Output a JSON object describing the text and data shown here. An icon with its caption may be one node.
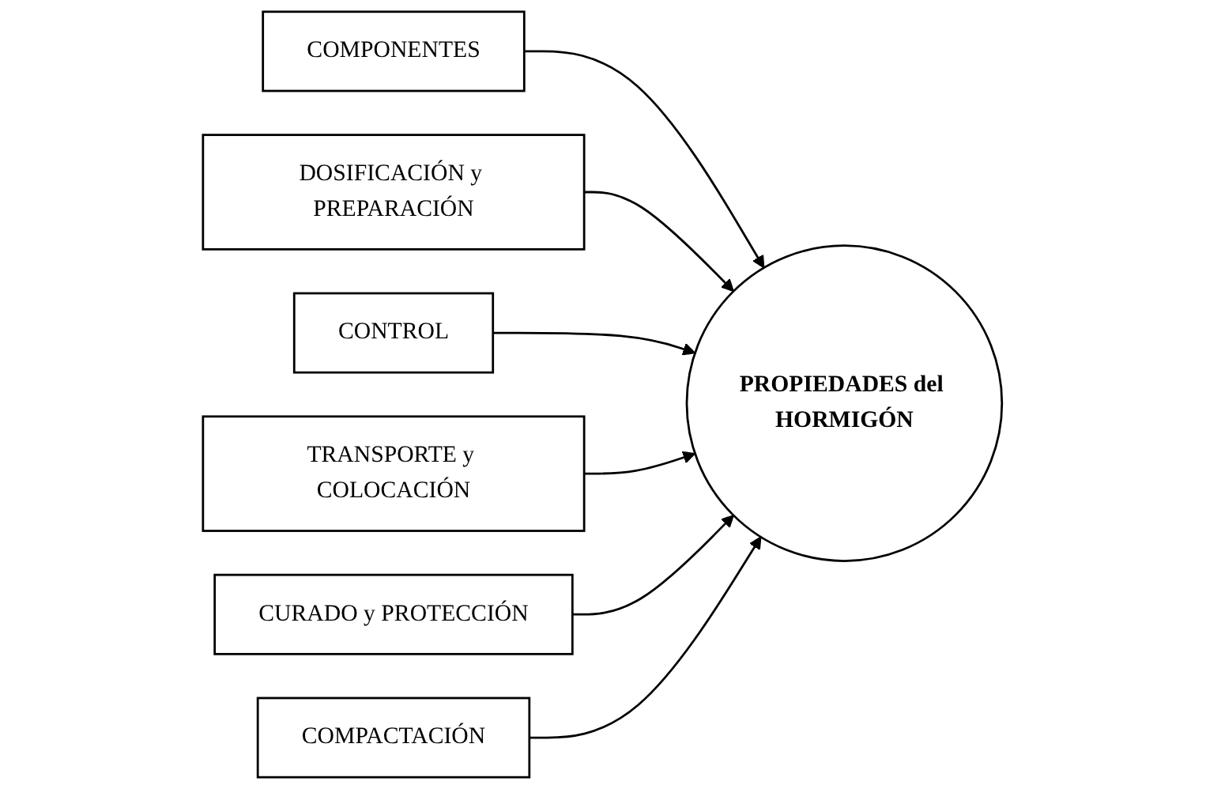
{
  "diagram": {
    "nodes": [
      {
        "text": [
          "COMPONENTES"
        ]
      },
      {
        "text": [
          "DOSIFICACIÓN y PREPARACIÓN"
        ]
      },
      {
        "text": [
          "CONTROL"
        ]
      },
      {
        "text": [
          "PROPIEDADES del HORMIGÓN"
        ]
      },
      {
        "text": [
          "TRANSPORTE y COLOCACIÓN"
        ]
      },
      {
        "text": [
          "CURADO y PROTECCIÓN"
        ]
      },
      {
        "text": [
          "COMPACTACIÓN"
        ]
      }
    ],
    "edges": [
      {
        "from": 0,
        "to": 3,
        "arrow": "to"
      },
      {
        "from": 1,
        "to": 3,
        "arrow": "to"
      },
      {
        "from": 2,
        "to": 3,
        "arrow": "to"
      },
      {
        "from": 4,
        "to": 3,
        "arrow": "to"
      },
      {
        "from": 5,
        "to": 3,
        "arrow": "to"
      },
      {
        "from": 6,
        "to": 3,
        "arrow": "to"
      }
    ]
  }
}
